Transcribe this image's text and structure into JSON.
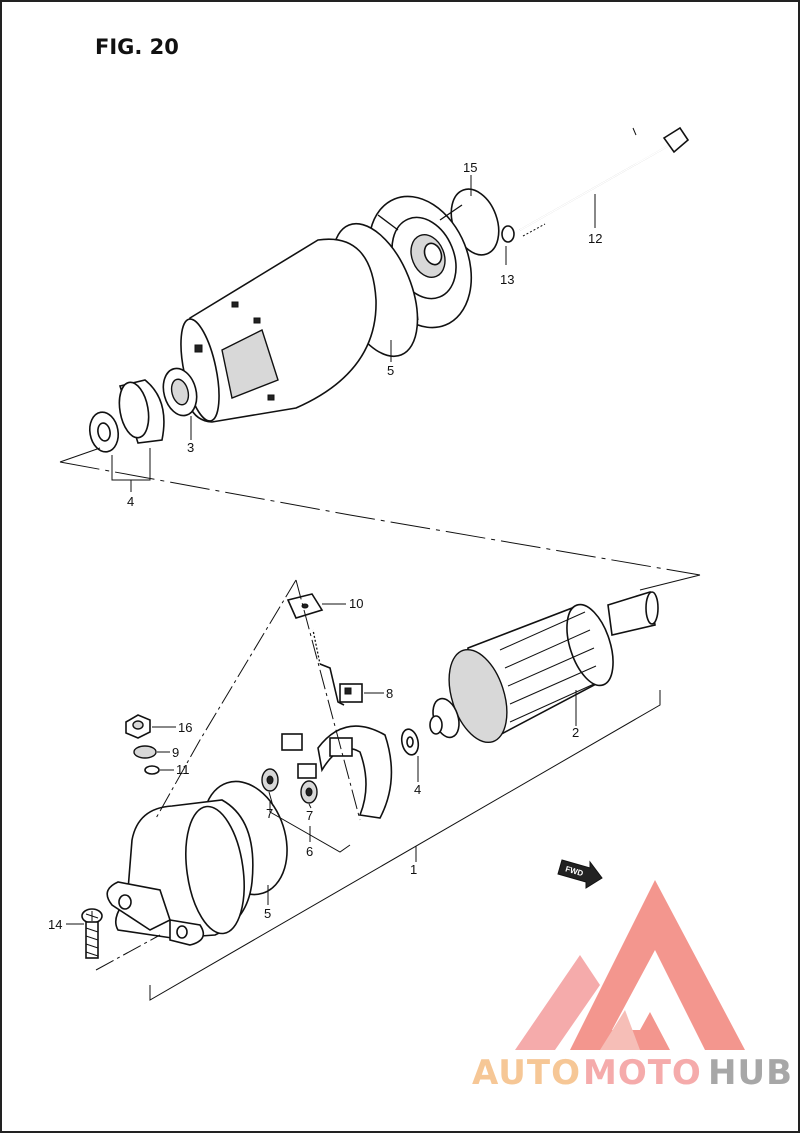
{
  "figure": {
    "title": "FIG. 20"
  },
  "callouts": {
    "c1": "1",
    "c2": "2",
    "c3": "3",
    "c4_top": "4",
    "c4_mid": "4",
    "c5_top": "5",
    "c5_bottom": "5",
    "c6": "6",
    "c7_a": "7",
    "c7_b": "7",
    "c8": "8",
    "c9": "9",
    "c10": "10",
    "c11": "11",
    "c12": "12",
    "c13": "13",
    "c14": "14",
    "c15": "15",
    "c16": "16"
  },
  "fwd_label": "FWD",
  "watermark": {
    "brand_part1": "AUTO",
    "brand_part2": "MOTO",
    "brand_part3": "HUB",
    "colors": {
      "orange": "#f6b26b",
      "red": "#f28b82",
      "grey": "#9e9e9e"
    }
  }
}
